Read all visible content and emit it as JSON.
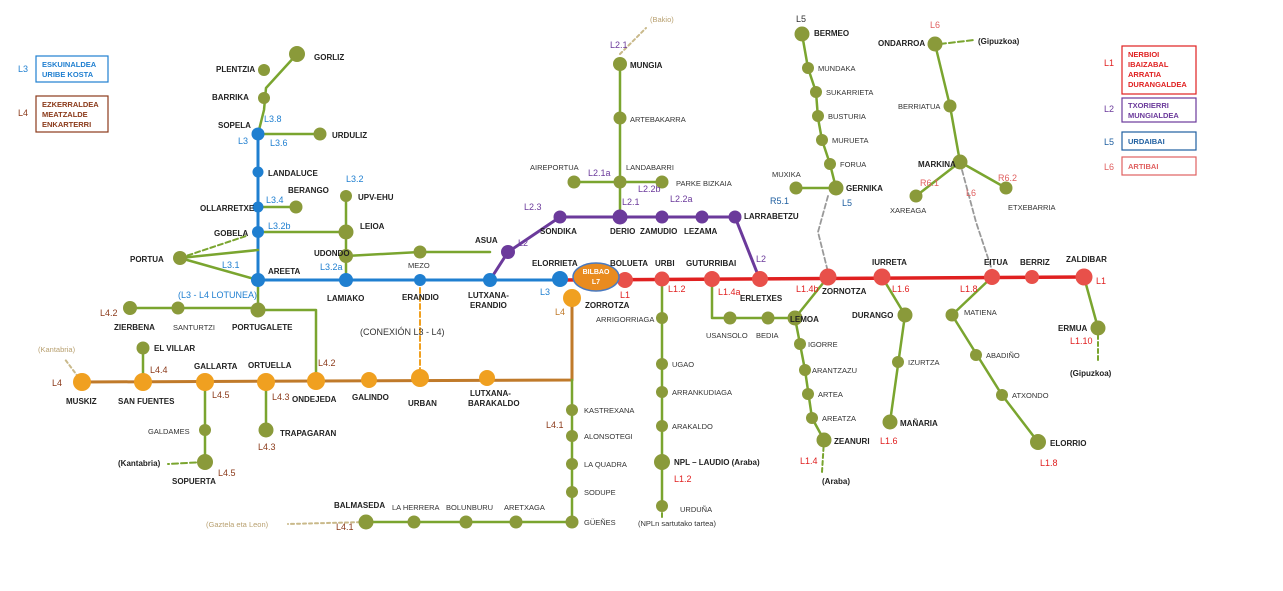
{
  "colors": {
    "L1": "#e02020",
    "L2": "#6b3a9b",
    "L3": "#1f7fd0",
    "L4": "#c07a2a",
    "L4_node": "#f0a020",
    "green_line": "#7aa52f",
    "green_node": "#8a9a3a",
    "ext": "#c9b98a",
    "bilbao": "#e98b1f"
  },
  "legend": [
    {
      "code": "L3",
      "text": [
        "ESKUINALDEA",
        "URIBE KOSTA"
      ],
      "color": "#1f7fd0"
    },
    {
      "code": "L4",
      "text": [
        "EZKERRALDEA",
        "MEATZALDE",
        "ENKARTERRI"
      ],
      "color": "#8b3a1a"
    },
    {
      "code": "L1",
      "text": [
        "NERBIOI",
        "IBAIZABAL",
        "ARRATIA",
        "DURANGALDEA"
      ],
      "color": "#e02020"
    },
    {
      "code": "L2",
      "text": [
        "TXORIERRI",
        "MUNGIALDEA"
      ],
      "color": "#6b3a9b"
    },
    {
      "code": "L5",
      "text": [
        "URDAIBAI"
      ],
      "color": "#1f5fa0"
    },
    {
      "code": "L6",
      "text": [
        "ARTIBAI"
      ],
      "color": "#e06060"
    }
  ],
  "hub": {
    "name": "BILBAO",
    "code": "L7"
  },
  "stations": {
    "gorliz": "GORLIZ",
    "plentzia": "PLENTZIA",
    "barrika": "BARRIKA",
    "sopela": "SOPELA",
    "urduliz": "URDULIZ",
    "landaluce": "LANDALUCE",
    "berango": "BERANGO",
    "ollarretxe": "OLLARRETXE",
    "upvehu": "UPV-EHU",
    "gobela": "GOBELA",
    "leioa": "LEIOA",
    "udondo": "UDONDO",
    "portua": "PORTUA",
    "areeta": "AREETA",
    "mezo": "MEZO",
    "asua": "ASUA",
    "lamiako": "LAMIAKO",
    "erandio": "ERANDIO",
    "lutxana_erandio": "LUTXANA-",
    "lutxana_erandio2": "ERANDIO",
    "elorrieta": "ELORRIETA",
    "zorrotza": "ZORROTZA",
    "bolueta": "BOLUETA",
    "urbi": "URBI",
    "guturribai": "GUTURRIBAI",
    "erletxes": "ERLETXES",
    "zornotza": "ZORNOTZA",
    "iurreta": "IURRETA",
    "eitua": "EITUA",
    "berriz": "BERRIZ",
    "zaldibar": "ZALDIBAR",
    "zierbena": "ZIERBENA",
    "santurtzi": "SANTURTZI",
    "portugalete": "PORTUGALETE",
    "bakio": "(Bakio)",
    "mungia": "MUNGIA",
    "artebakarra": "ARTEBAKARRA",
    "aireportua": "AIREPORTUA",
    "landabarri": "LANDABARRI",
    "parke": "PARKE BIZKAIA",
    "sondika": "SONDIKA",
    "derio": "DERIO",
    "zamudio": "ZAMUDIO",
    "lezama": "LEZAMA",
    "larrabetzu": "LARRABETZU",
    "bermeo": "BERMEO",
    "mundaka": "MUNDAKA",
    "sukarrieta": "SUKARRIETA",
    "busturia": "BUSTURIA",
    "murueta": "MURUETA",
    "forua": "FORUA",
    "muxika": "MUXIKA",
    "gernika": "GERNIKA",
    "ondarroa": "ONDARROA",
    "gipuzkoa_top": "(Gipuzkoa)",
    "berriatua": "BERRIATUA",
    "markina": "MARKINA",
    "xemein": "XAREAGA",
    "etxebarria": "ETXEBARRIA",
    "el_villar": "EL VILLAR",
    "kantabria_top": "(Kantabria)",
    "muskiz": "MUSKIZ",
    "san_fuentes": "SAN FUENTES",
    "gallarta": "GALLARTA",
    "ortuella": "ORTUELLA",
    "ondejeda": "ONDEJEDA",
    "galindo": "GALINDO",
    "urban": "URBAN",
    "lutxana_barakaldo": "LUTXANA-",
    "lutxana_barakaldo2": "BARAKALDO",
    "galdames": "GALDAMES",
    "kantabria_bottom": "(Kantabria)",
    "sopuerta": "SOPUERTA",
    "trapagaran": "TRAPAGARAN",
    "arrigorriaga": "ARRIGORRIAGA",
    "ugao": "UGAO",
    "arrankudiaga": "ARRANKUDIAGA",
    "arakaldo": "ARAKALDO",
    "laudio": "NPL – LAUDIO (Araba)",
    "urduna": "URDUÑA",
    "npl_tartea": "(NPLn sartutako tartea)",
    "usansolo": "USANSOLO",
    "bedia": "BEDIA",
    "lemoa": "LEMOA",
    "igorre": "IGORRE",
    "arantzazu": "ARANTZAZU",
    "artea": "ARTEA",
    "areatza": "AREATZA",
    "zeanuri": "ZEANURI",
    "araba": "(Araba)",
    "durango": "DURANGO",
    "izurtza": "IZURTZA",
    "manaria": "MAÑARIA",
    "matiena": "MATIENA",
    "abadino": "ABADIÑO",
    "atxondo": "ATXONDO",
    "elorrio": "ELORRIO",
    "ermua": "ERMUA",
    "gipuzkoa_bottom": "(Gipuzkoa)",
    "kastrexana": "KASTREXANA",
    "alonsotegi": "ALONSOTEGI",
    "la_quadra": "LA QUADRA",
    "sodupe": "SODUPE",
    "guenes": "GÜEÑES",
    "aretxaga": "ARETXAGA",
    "bolunburu": "BOLUNBURU",
    "la_herrera": "LA HERRERA",
    "balmaseda": "BALMASEDA",
    "gaztela": "(Gaztela eta Leon)"
  },
  "codes": {
    "l3_8": "L3.8",
    "l3_6": "L3.6",
    "l3_a": "L3",
    "l3_4": "L3.4",
    "l3_2": "L3.2",
    "l3_2b": "L3.2b",
    "l3_1": "L3.1",
    "l3_2a": "L3.2a",
    "lotunea": "(L3 - L4 LOTUNEA)",
    "konexioa": "(CONEXIÓN L3 - L4)",
    "l3_b": "L3",
    "l4_a": "L4",
    "l2_a": "L2",
    "l2_3": "L2.3",
    "l2_1": "L2.1",
    "l2_1a": "L2.1a",
    "l2_2b": "L2.2b",
    "l2_2a": "L2.2a",
    "l2_1b": "L2.1",
    "l2_b": "L2",
    "l1_a": "L1",
    "l1_2": "L1.2",
    "l1_4a": "L1.4a",
    "l1_4b": "L1.4b",
    "l1_6": "L1.6",
    "l1_8": "L1.8",
    "l1_b": "L1",
    "l1_10": "L1.10",
    "l5_a": "L5",
    "l5_b": "L5",
    "l5_1": "R5.1",
    "l6_a": "L6",
    "l6_b": "L6",
    "l6_1": "R6.1",
    "l6_2": "R6.2",
    "l4_2a": "L4.2",
    "l4_2b": "L4.2",
    "l4_4": "L4.4",
    "l4_5a": "L4.5",
    "l4_3a": "L4.3",
    "l4_3b": "L4.3",
    "l4_5b": "L4.5",
    "l4_b": "L4",
    "l4_1a": "L4.1",
    "l4_1b": "L4.1",
    "l1_2b": "L1.2",
    "l1_4": "L1.4",
    "l1_6b": "L1.6",
    "l1_8b": "L1.8"
  }
}
